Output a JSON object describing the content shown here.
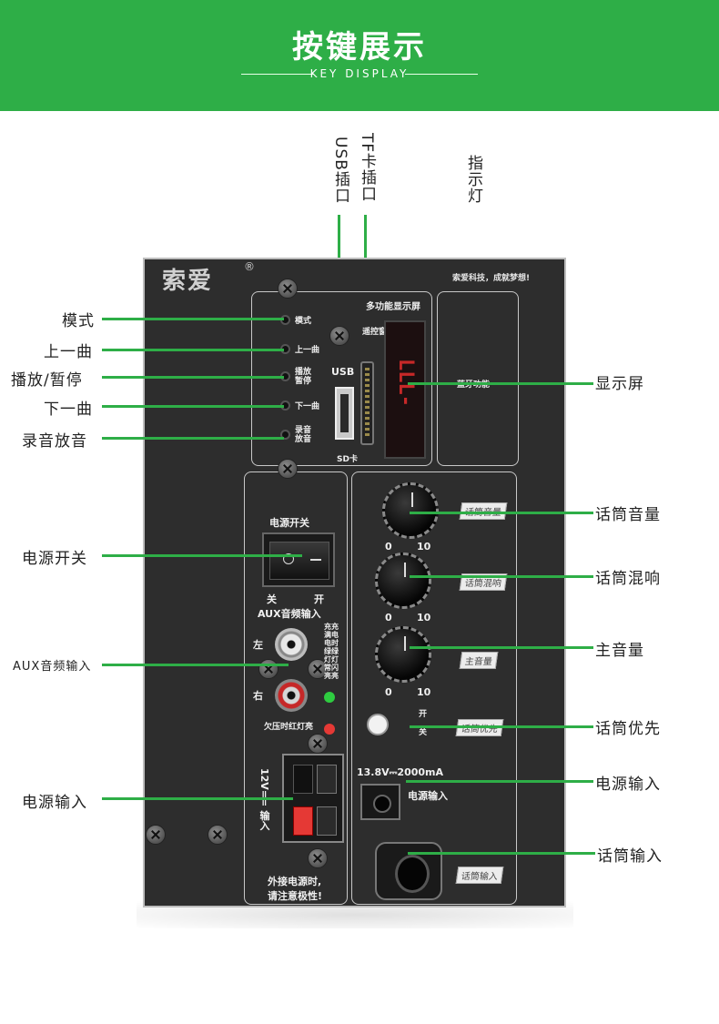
{
  "banner": {
    "title": "按键展示",
    "subtitle": "KEY DISPLAY"
  },
  "panel": {
    "brand": "索爱",
    "reg": "®",
    "slogan": "索爱科技，成就梦想!",
    "display_title": "多功能显示屏",
    "remote_window": "遥控窗口",
    "bluetooth": "蓝牙功能",
    "buttons": [
      "模式",
      "上一曲",
      "播放\n暂停",
      "下一曲",
      "录音\n放音"
    ],
    "usb": "USB",
    "sd": "SD卡",
    "power_switch": "电源开关",
    "off": "关",
    "on": "开",
    "aux_title": "AUX音频输入",
    "left": "左",
    "right": "右",
    "charge_note": "充充\n满电\n电时\n绿绿\n灯灯\n常闪\n亮亮",
    "low_voltage": "欠压时红灯亮",
    "dc_voltage": "12V== 输入",
    "ext_power_note1": "外接电源时,",
    "ext_power_note2": "请注意极性!",
    "knob_min": "0",
    "knob_max": "10",
    "knob_tags": [
      "话筒音量",
      "话筒混响",
      "主音量"
    ],
    "mic_priority_on": "开",
    "mic_priority_off": "关",
    "mic_priority_tag": "话筒优先",
    "dc_spec": "13.8V⎓2000mA",
    "dc_input": "电源输入",
    "mic_input_tag": "话筒输入",
    "digits": "LLL-"
  },
  "callouts": {
    "top": {
      "usb": "USB插口",
      "tf": "TF卡插口",
      "indicator": "指示灯"
    },
    "left": [
      "模式",
      "上一曲",
      "播放/暂停",
      "下一曲",
      "录音放音",
      "电源开关",
      "AUX音频输入",
      "电源输入"
    ],
    "right": [
      "显示屏",
      "话筒音量",
      "话筒混响",
      "主音量",
      "话筒优先",
      "电源输入",
      "话筒输入"
    ]
  },
  "colors": {
    "accent": "#2eae47",
    "panel": "#2d2d2d",
    "led_green": "#2ecc40",
    "led_red": "#e53935"
  }
}
